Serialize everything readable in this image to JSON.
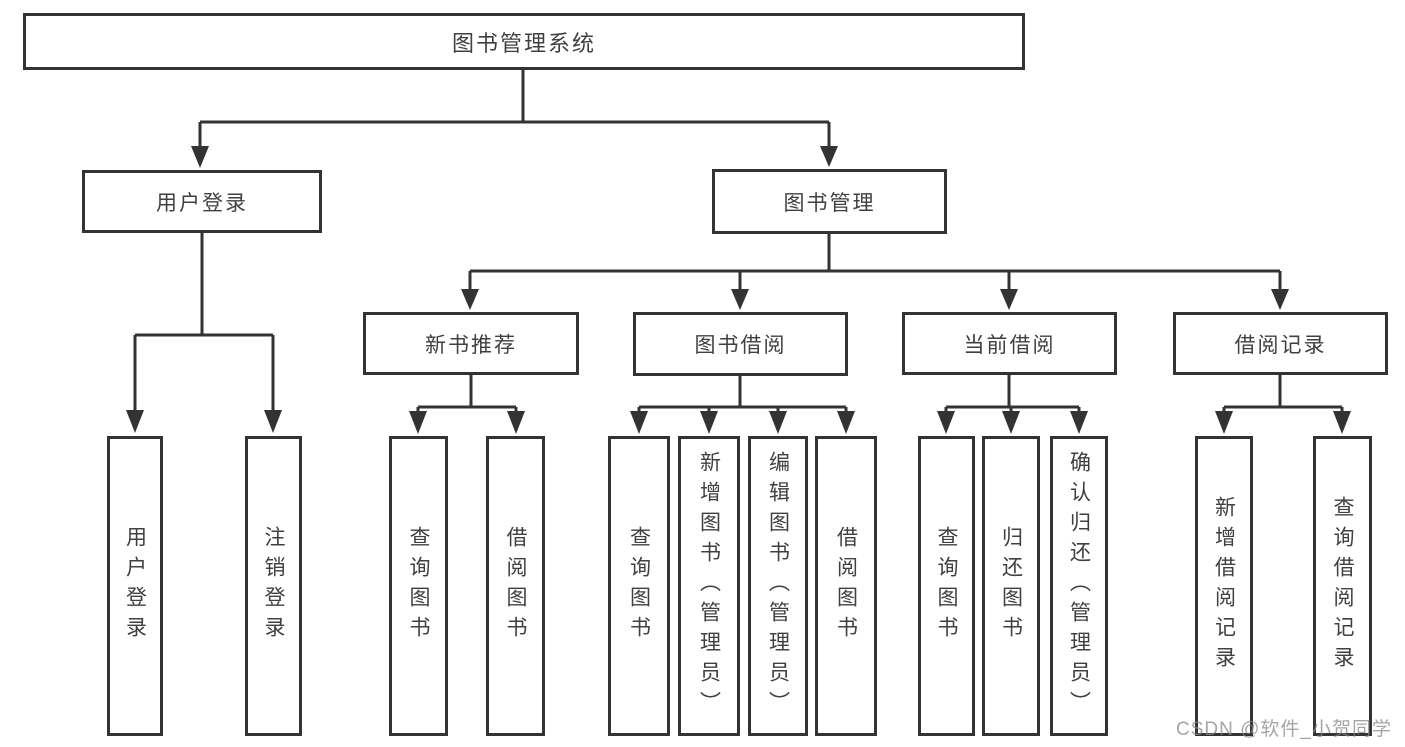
{
  "tree": {
    "root": "图书管理系统",
    "branches": [
      {
        "label": "用户登录",
        "children": [
          "用户登录",
          "注销登录"
        ]
      },
      {
        "label": "图书管理",
        "groups": [
          {
            "label": "新书推荐",
            "children": [
              "查询图书",
              "借阅图书"
            ]
          },
          {
            "label": "图书借阅",
            "children": [
              "查询图书",
              "新增图书（管理员）",
              "编辑图书（管理员）",
              "借阅图书"
            ]
          },
          {
            "label": "当前借阅",
            "children": [
              "查询图书",
              "归还图书",
              "确认归还（管理员）"
            ]
          },
          {
            "label": "借阅记录",
            "children": [
              "新增借阅记录",
              "查询借阅记录"
            ]
          }
        ]
      }
    ]
  },
  "watermark": "CSDN @软件_小贺同学",
  "colors": {
    "line": "#333333",
    "box_border": "#333333",
    "box_fill": "#ffffff",
    "text": "#404040",
    "watermark": "#878787",
    "background": "#ffffff"
  }
}
